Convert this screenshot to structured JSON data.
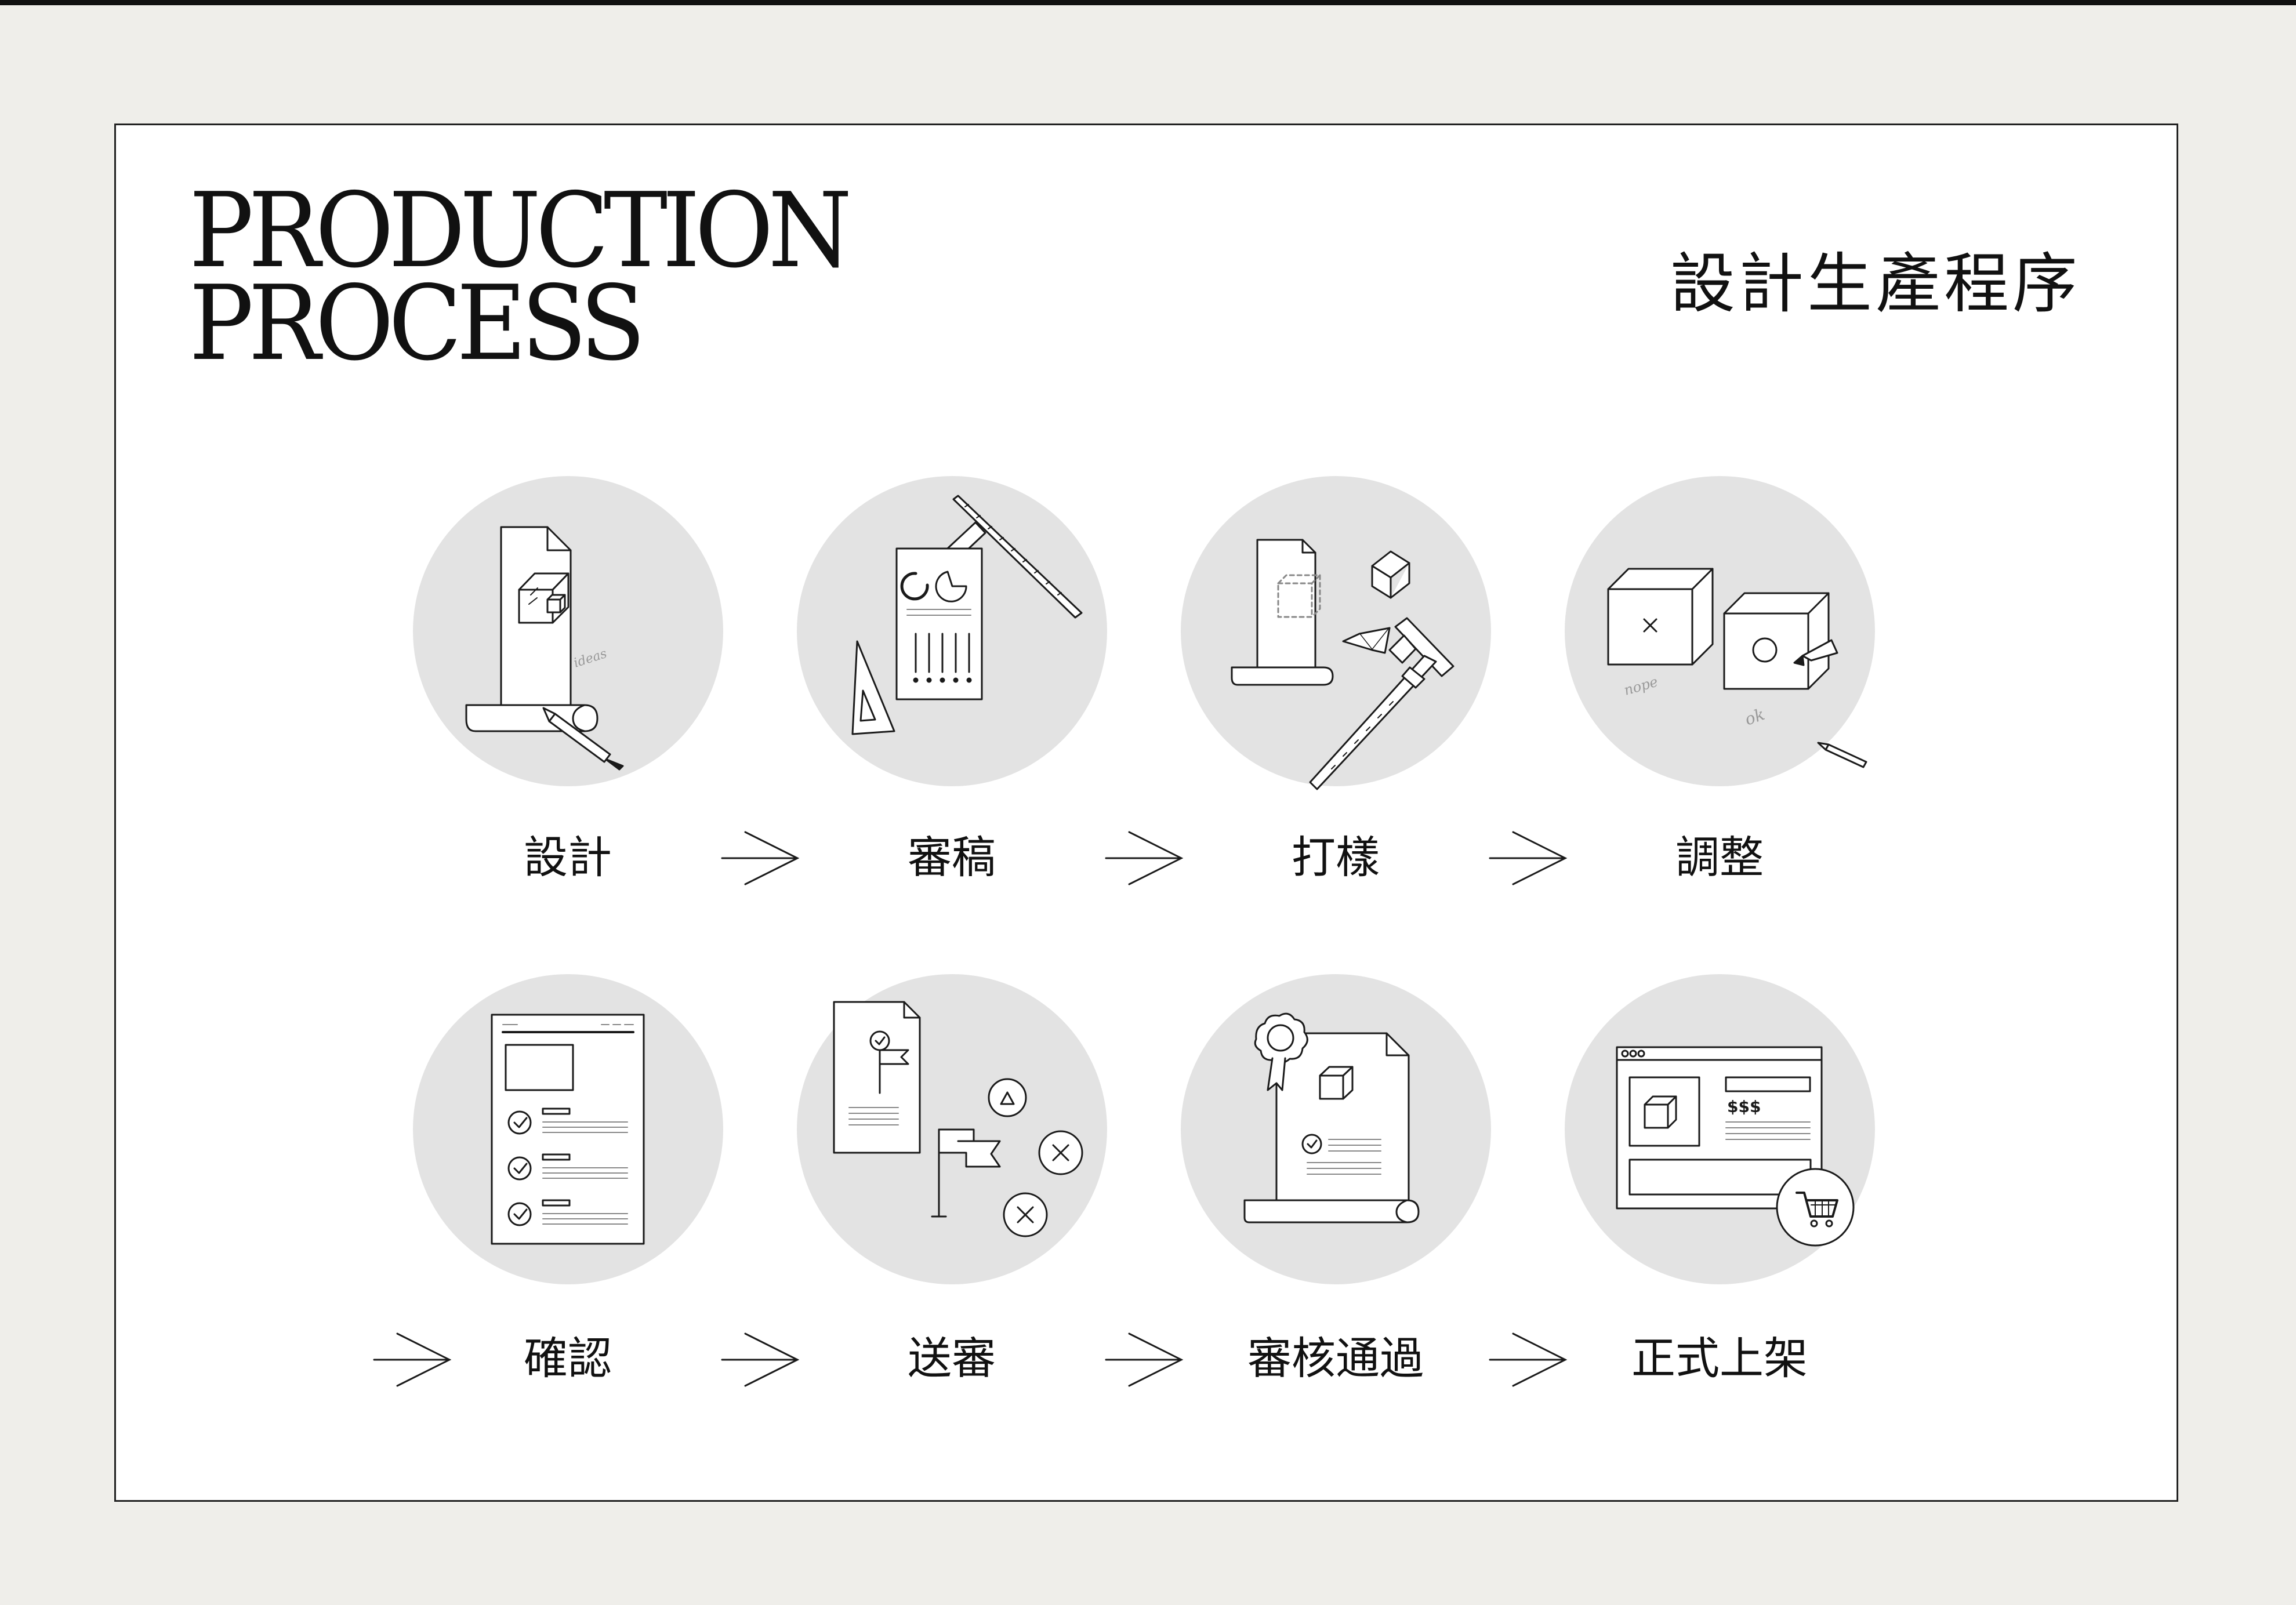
{
  "title": {
    "line1": "PRODUCTION",
    "line2": "PROCESS",
    "chinese": "設計生產程序"
  },
  "steps": [
    {
      "label": "設計",
      "icon": "design-document-cube-icon"
    },
    {
      "label": "審稿",
      "icon": "review-charts-ruler-icon"
    },
    {
      "label": "打樣",
      "icon": "prototype-caliper-icon"
    },
    {
      "label": "調整",
      "icon": "adjust-boxes-icon"
    },
    {
      "label": "確認",
      "icon": "confirm-checklist-icon"
    },
    {
      "label": "送審",
      "icon": "submit-flags-icon"
    },
    {
      "label": "審核通過",
      "icon": "approved-certificate-icon"
    },
    {
      "label": "正式上架",
      "icon": "launch-webshop-cart-icon"
    }
  ],
  "handwriting": {
    "design_note": "ideas",
    "adjust_no": "nope",
    "adjust_ok": "ok"
  },
  "shop": {
    "price": "$$$"
  },
  "colors": {
    "background": "#efeeea",
    "card": "#ffffff",
    "circle": "#e3e3e3",
    "ink": "#111111"
  }
}
